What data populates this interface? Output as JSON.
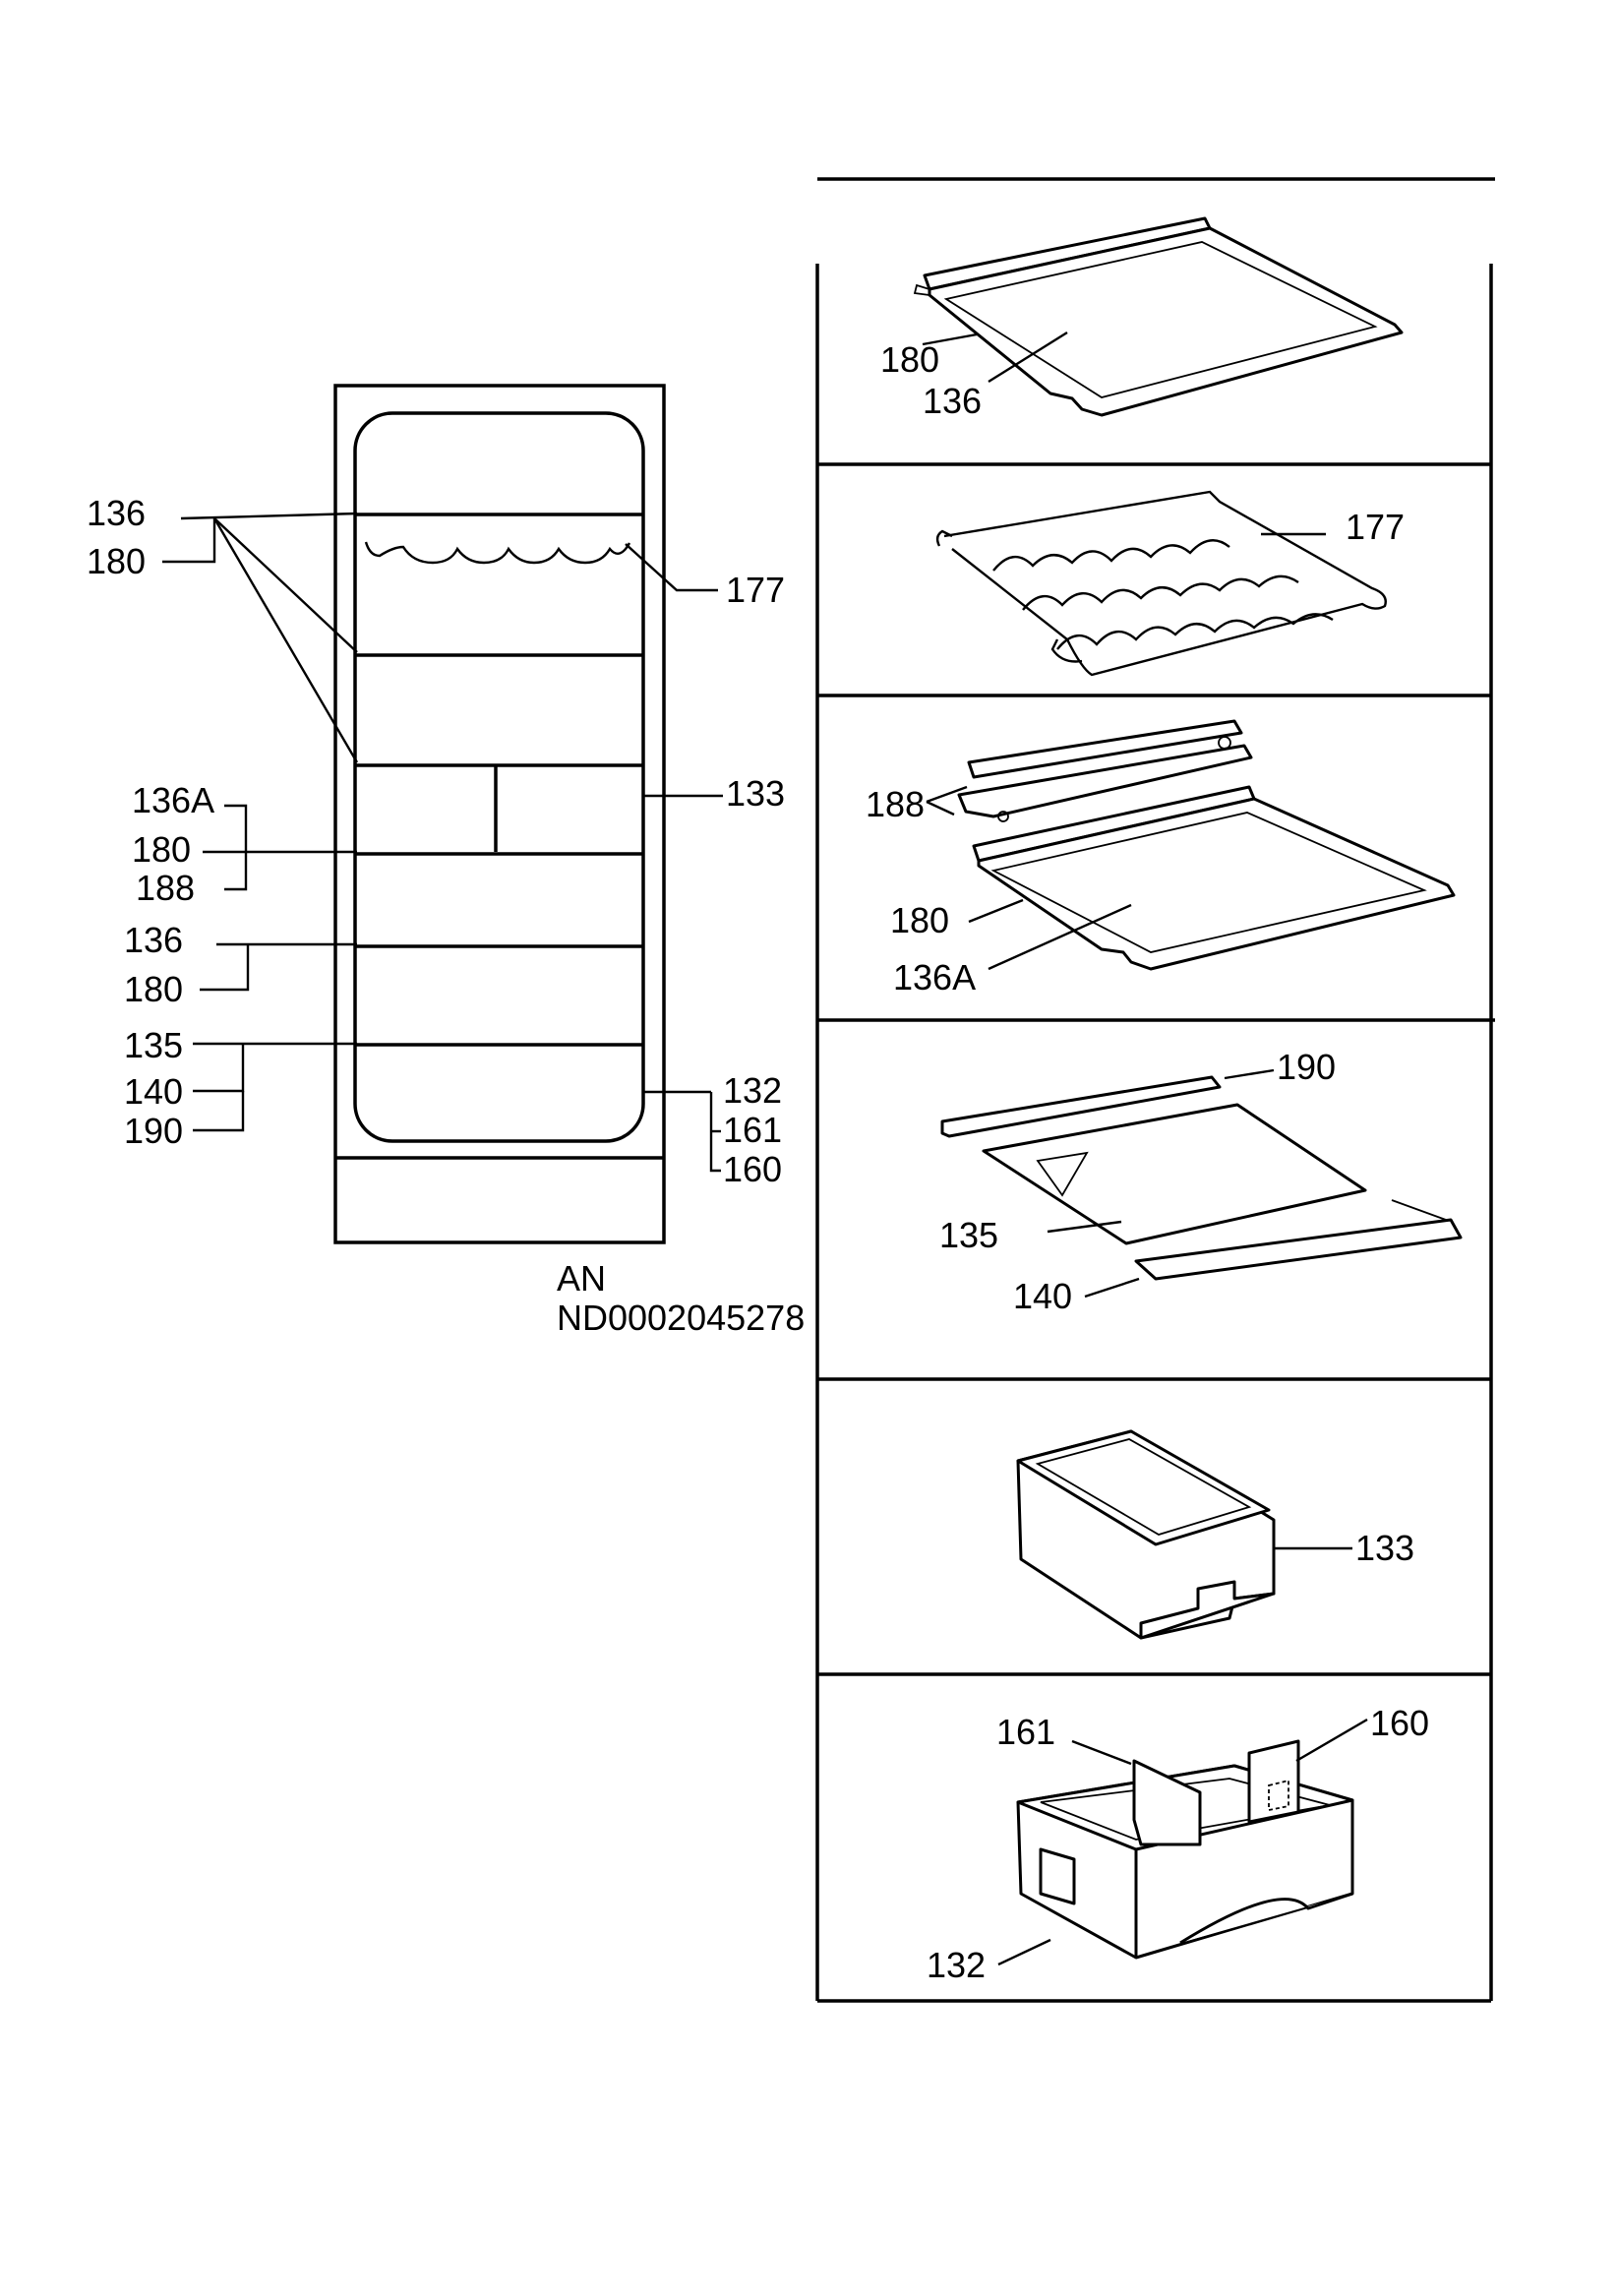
{
  "overview": {
    "labels": {
      "l136_top": "136",
      "l180_top": "180",
      "l177": "177",
      "l136A": "136A",
      "l180_mid": "180",
      "l188": "188",
      "l133": "133",
      "l136_low": "136",
      "l180_low": "180",
      "l135": "135",
      "l140": "140",
      "l190": "190",
      "l132": "132",
      "l161": "161",
      "l160": "160"
    },
    "caption_line1": "AN",
    "caption_line2": "ND0002045278"
  },
  "panels": [
    {
      "labels": [
        "180",
        "136"
      ]
    },
    {
      "labels": [
        "177"
      ]
    },
    {
      "labels": [
        "188",
        "180",
        "136A"
      ]
    },
    {
      "labels": [
        "190",
        "135",
        "140"
      ]
    },
    {
      "labels": [
        "133"
      ]
    },
    {
      "labels": [
        "161",
        "160",
        "132"
      ]
    }
  ]
}
